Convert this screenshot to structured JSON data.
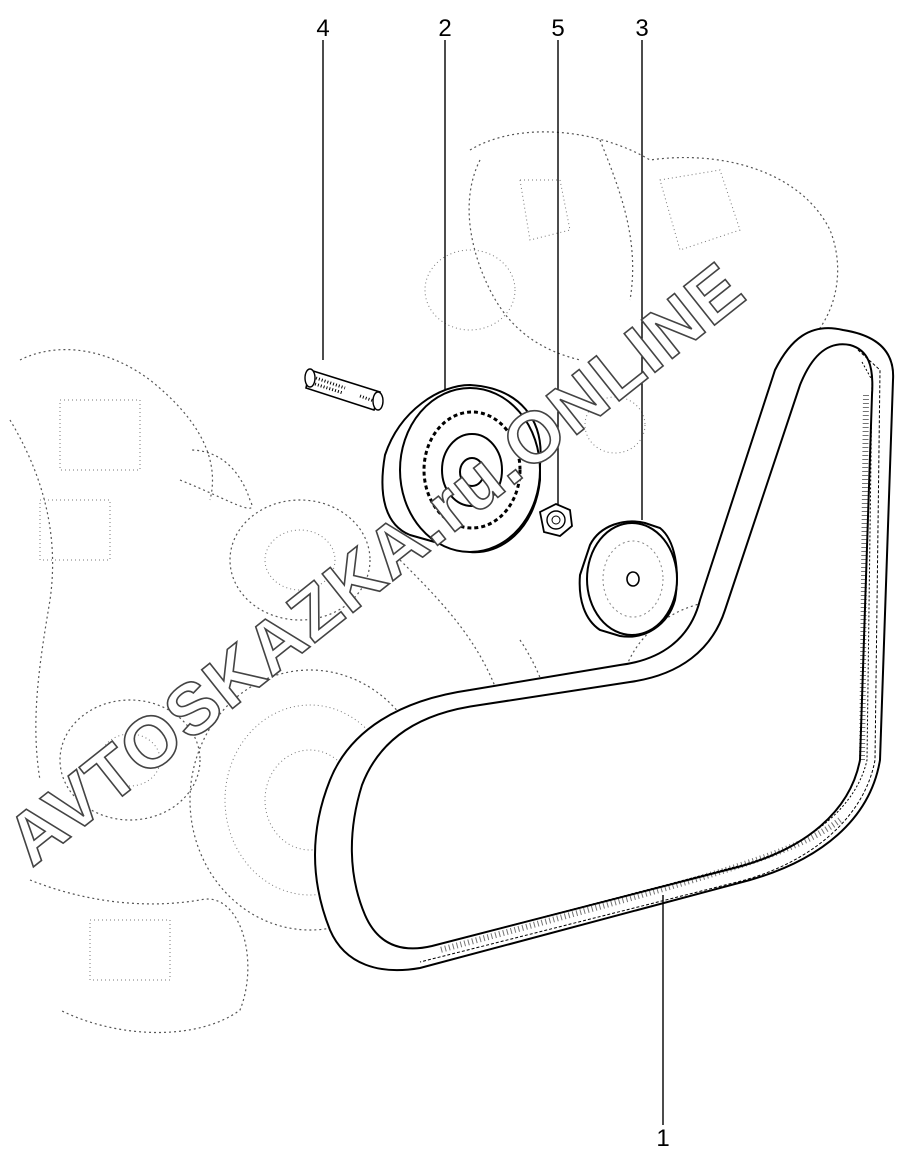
{
  "diagram": {
    "callouts": [
      {
        "id": "1",
        "part": "belt"
      },
      {
        "id": "2",
        "part": "tensioner-pulley"
      },
      {
        "id": "3",
        "part": "idler-pulley"
      },
      {
        "id": "4",
        "part": "stud"
      },
      {
        "id": "5",
        "part": "nut"
      }
    ],
    "watermark": "AVTOSKAZKA.ru.ONLINE"
  }
}
